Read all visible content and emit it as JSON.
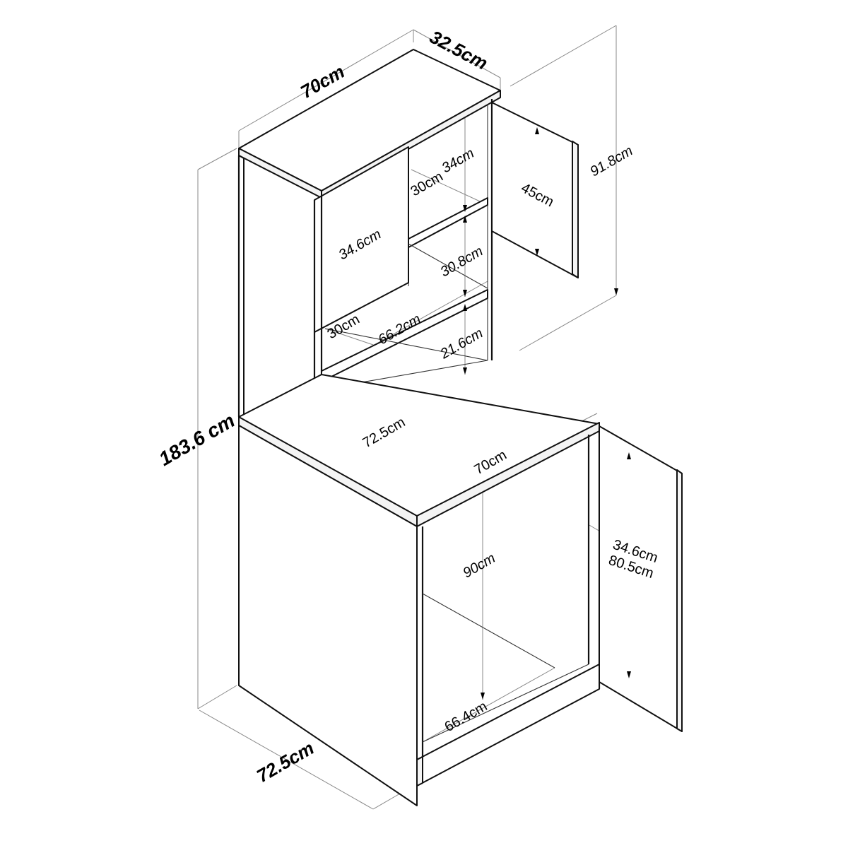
{
  "diagram": {
    "subject": "Kitchen cabinet / hutch dimension drawing",
    "overall": {
      "top_width": "70cm",
      "top_depth": "32.5cm",
      "total_height": "183.6 cm",
      "base_depth": "72.5cm",
      "upper_height": "91.8cm"
    },
    "upper_unit": {
      "shelf_depth_top": "30cm",
      "compartment_height_top": "34cm",
      "door_height": "45cm",
      "door_width": "34.6cm",
      "compartment_height_mid": "30.8cm",
      "shelf_depth_bottom": "30cm",
      "shelf_width": "66.2cm",
      "compartment_height_bottom": "21.6cm"
    },
    "base_unit": {
      "worktop_depth": "72.5cm",
      "worktop_width": "70cm",
      "interior_height": "90cm",
      "door_width": "34.6cm",
      "door_height": "80.5cm",
      "interior_width": "66.4cm"
    }
  }
}
